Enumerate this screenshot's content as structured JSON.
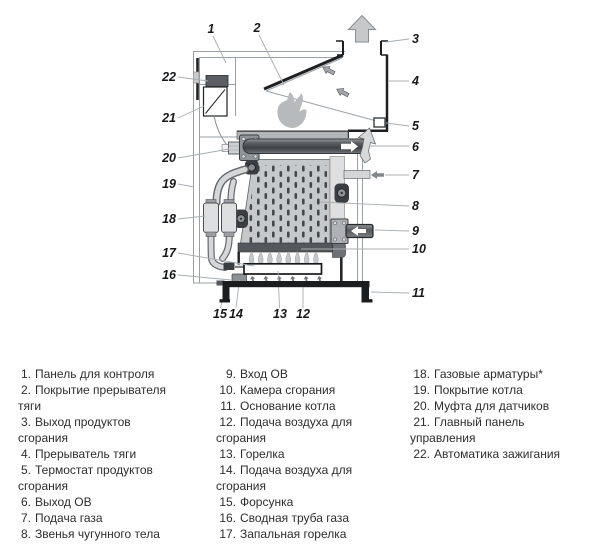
{
  "diagram": {
    "callouts": [
      "1",
      "2",
      "3",
      "4",
      "5",
      "6",
      "7",
      "8",
      "9",
      "10",
      "11",
      "12",
      "13",
      "14",
      "15",
      "16",
      "17",
      "18",
      "19",
      "20",
      "21",
      "22"
    ],
    "flow_icons": [
      "flue-gas-up-arrow",
      "draft-air-arrow",
      "draft-air-arrow",
      "water-out-arrow",
      "gas-in-arrow",
      "water-in-arrow",
      "water-flow-curved-arrow",
      "burner-flames",
      "pilot-flame"
    ]
  },
  "legend": {
    "columns": [
      {
        "items": [
          {
            "num": "1.",
            "text": "Панель для контроля"
          },
          {
            "num": "2.",
            "text": "Покрытие прерывателя\nтяги"
          },
          {
            "num": "3.",
            "text": "Выход продуктов\nсгорания"
          },
          {
            "num": "4.",
            "text": "Прерыватель тяги"
          },
          {
            "num": "5.",
            "text": "Термостат продуктов\nсгорания"
          },
          {
            "num": "6.",
            "text": "Выход ОВ"
          },
          {
            "num": "7.",
            "text": "Подача газа"
          },
          {
            "num": "8.",
            "text": "Звенья чугунного тела"
          }
        ]
      },
      {
        "items": [
          {
            "num": "9.",
            "text": "Вход ОВ"
          },
          {
            "num": "10.",
            "text": "Камера сгорания"
          },
          {
            "num": "11.",
            "text": "Основание котла"
          },
          {
            "num": "12.",
            "text": "Подача воздуха для\nсгорания"
          },
          {
            "num": "13.",
            "text": "Горелка"
          },
          {
            "num": "14.",
            "text": "Подача воздуха для\nсгорания"
          },
          {
            "num": "15.",
            "text": "Форсунка"
          },
          {
            "num": "16.",
            "text": "Сводная труба газа"
          },
          {
            "num": "17.",
            "text": "Запальная горелка"
          }
        ]
      },
      {
        "items": [
          {
            "num": "18.",
            "text": "Газовые арматуры*"
          },
          {
            "num": "19.",
            "text": "Покрытие котла"
          },
          {
            "num": "20.",
            "text": "Муфта для датчиков"
          },
          {
            "num": "21.",
            "text": "Главный панель\nуправления"
          },
          {
            "num": "22.",
            "text": "Автоматика зажигания"
          }
        ]
      }
    ]
  },
  "colors": {
    "background": "#ffffff",
    "outline_dark": "#1d1f21",
    "structure_line": "#9aa0a6",
    "callout_line": "#a8aeb2",
    "body_metal": "#c6c9cb",
    "dark_metal": "#54585c",
    "text": "#2d2d2d"
  }
}
